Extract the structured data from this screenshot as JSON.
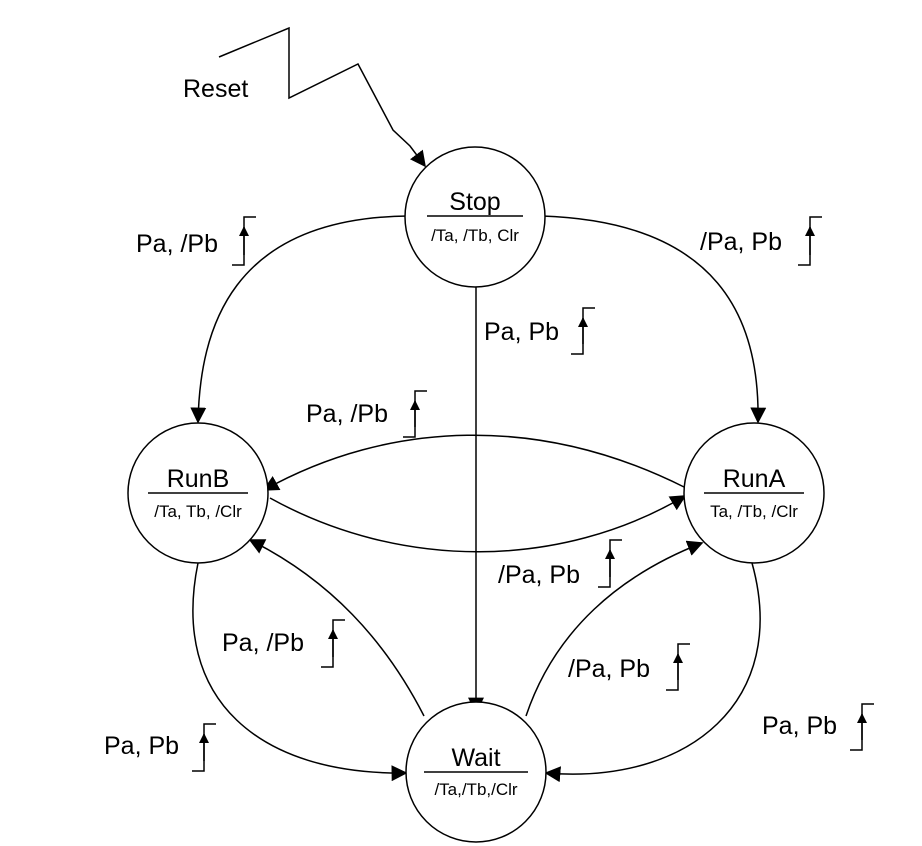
{
  "reset_label": "Reset",
  "states": {
    "stop": {
      "name": "Stop",
      "outputs": "/Ta, /Tb, Clr"
    },
    "runb": {
      "name": "RunB",
      "outputs": "/Ta, Tb, /Clr"
    },
    "runa": {
      "name": "RunA",
      "outputs": "Ta, /Tb, /Clr"
    },
    "wait": {
      "name": "Wait",
      "outputs": "/Ta,/Tb,/Clr"
    }
  },
  "transitions": {
    "stop_to_runb": "Pa, /Pb",
    "stop_to_runa": "/Pa, Pb",
    "stop_to_wait": "Pa, Pb",
    "runa_to_runb": "Pa, /Pb",
    "runb_to_runa": "/Pa, Pb",
    "wait_to_runb": "Pa, /Pb",
    "wait_to_runa": "/Pa, Pb",
    "runb_to_wait": "Pa, Pb",
    "runa_to_wait": "Pa, Pb"
  }
}
